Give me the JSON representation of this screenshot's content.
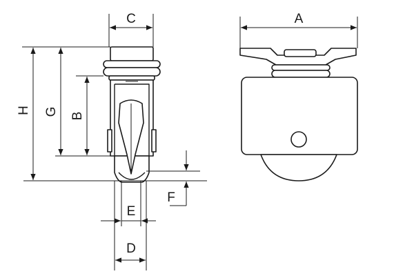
{
  "drawing": {
    "dimension_labels": {
      "A": "A",
      "B": "B",
      "C": "C",
      "D": "D",
      "E": "E",
      "F": "F",
      "G": "G",
      "H": "H"
    }
  }
}
